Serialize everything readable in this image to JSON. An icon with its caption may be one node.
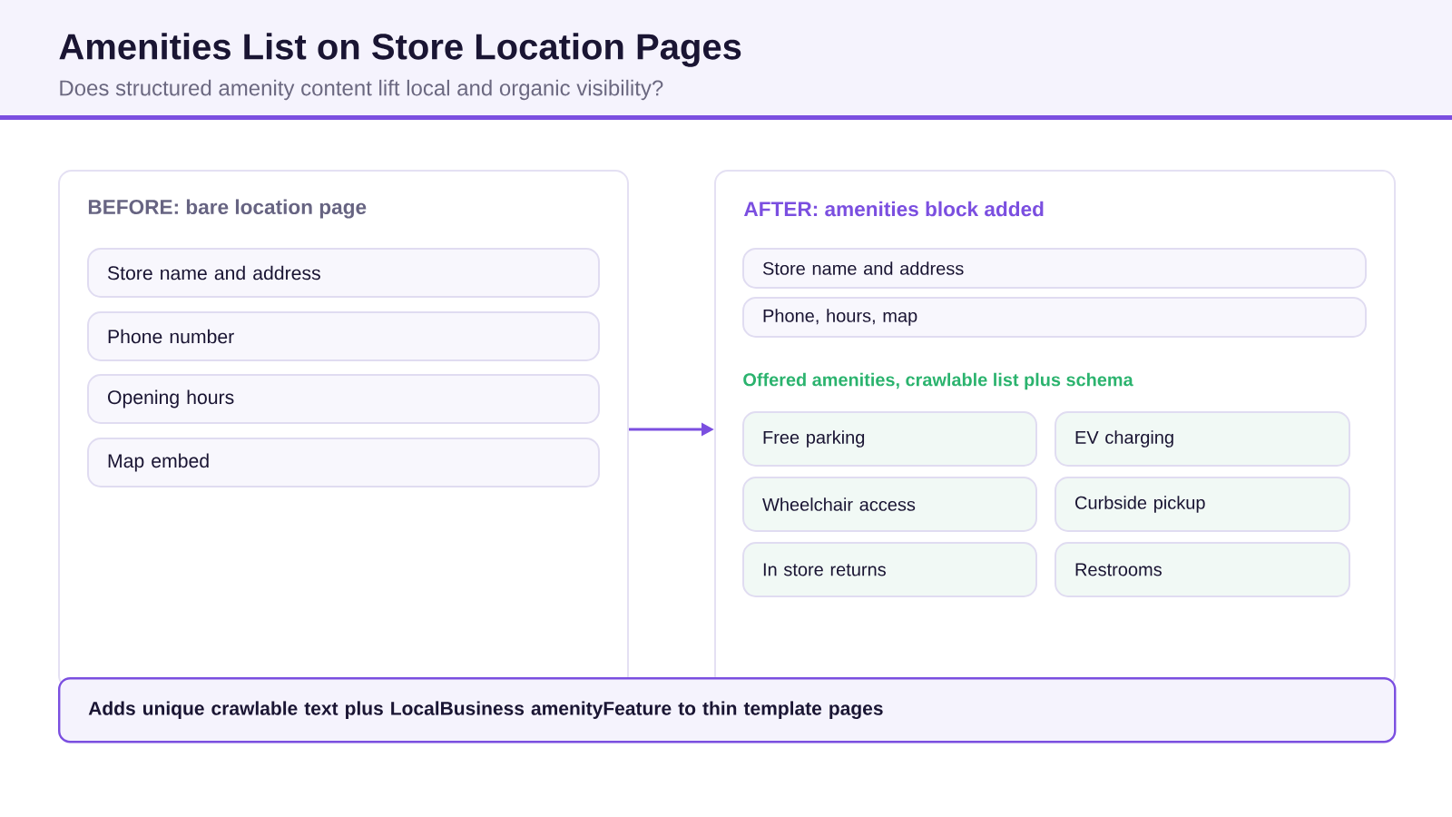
{
  "diagram": {
    "title": "Amenities List on Store Location Pages",
    "nodes": [
      {
        "text": [
          "BEFORE: bare location page"
        ]
      },
      {
        "text": [
          "Store name and address"
        ],
        "in": 0
      },
      {
        "text": [
          "Phone number"
        ],
        "in": 0
      },
      {
        "text": [
          "Opening hours"
        ],
        "in": 0
      },
      {
        "text": [
          "Map embed"
        ],
        "in": 0
      },
      {
        "text": [
          "AFTER: amenities block added"
        ]
      },
      {
        "text": [
          "Store name and address"
        ],
        "in": 5
      },
      {
        "text": [
          "Phone, hours, map"
        ],
        "in": 5
      },
      {
        "text": [
          "Free parking"
        ],
        "in": 5
      },
      {
        "text": [
          "EV charging"
        ],
        "in": 5
      },
      {
        "text": [
          "Wheelchair access"
        ],
        "in": 5
      },
      {
        "text": [
          "Curbside pickup"
        ],
        "in": 5
      },
      {
        "text": [
          "In store returns"
        ],
        "in": 5
      },
      {
        "text": [
          "Restrooms"
        ],
        "in": 5
      },
      {
        "text": [
          "Adds unique crawlable text plus LocalBusiness amenityFeature to thin template pages"
        ]
      }
    ],
    "edges": [
      {
        "from": 0,
        "to": 5,
        "arrow": "to"
      }
    ],
    "labels": [
      "Does structured amenity content lift local and organic visibility?",
      "Offered amenities, crawlable list plus schema"
    ]
  }
}
